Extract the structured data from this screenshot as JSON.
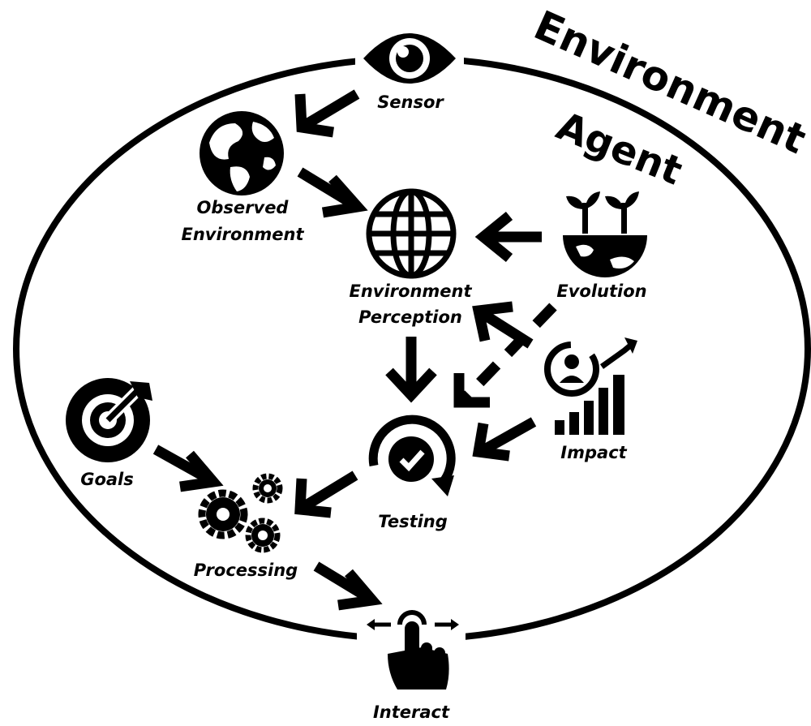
{
  "labels": {
    "environment": "Environment",
    "agent": "Agent",
    "sensor": "Sensor",
    "observed_line1": "Observed",
    "observed_line2": "Environment",
    "perception_line1": "Environment",
    "perception_line2": "Perception",
    "evolution": "Evolution",
    "impact": "Impact",
    "testing": "Testing",
    "goals": "Goals",
    "processing": "Processing",
    "interact": "Interact"
  },
  "icons": {
    "sensor": "eye-icon",
    "observed": "earth-globe-icon",
    "perception": "wireframe-globe-icon",
    "evolution": "sprouting-plants-icon",
    "impact": "growth-chart-person-icon",
    "testing": "check-cycle-icon",
    "goals": "target-dart-icon",
    "processing": "gears-icon",
    "interact": "tap-gesture-icon"
  },
  "colors": {
    "ink": "#000000",
    "paper": "#ffffff"
  }
}
